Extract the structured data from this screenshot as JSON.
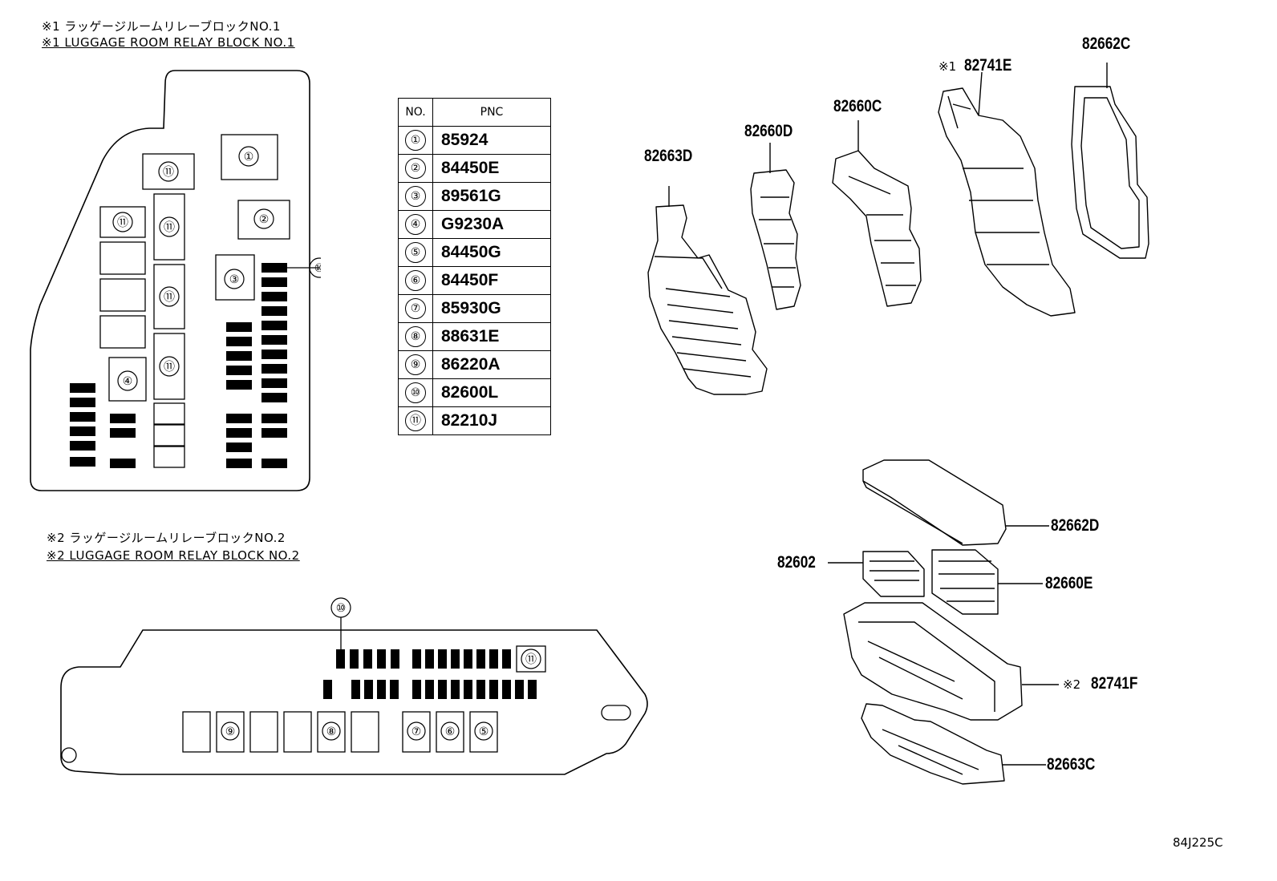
{
  "block1": {
    "title_jp": "※1  ラッゲージルームリレーブロックNO.1",
    "title_en": "※1 LUGGAGE ROOM RELAY BLOCK NO.1",
    "callouts": [
      "①",
      "②",
      "③",
      "④",
      "⑪",
      "⑪",
      "⑪",
      "⑪",
      "⑪",
      "⑩"
    ]
  },
  "block2": {
    "title_jp": "※2 ラッゲージルームリレーブロックNO.2",
    "title_en": "※2 LUGGAGE ROOM RELAY BLOCK NO.2",
    "callouts": [
      "⑩",
      "⑪",
      "⑨",
      "⑧",
      "⑦",
      "⑥",
      "⑤"
    ]
  },
  "table": {
    "headers": [
      "NO.",
      "PNC"
    ],
    "rows": [
      {
        "no": "①",
        "pnc": "85924"
      },
      {
        "no": "②",
        "pnc": "84450E"
      },
      {
        "no": "③",
        "pnc": "89561G"
      },
      {
        "no": "④",
        "pnc": "G9230A"
      },
      {
        "no": "⑤",
        "pnc": "84450G"
      },
      {
        "no": "⑥",
        "pnc": "84450F"
      },
      {
        "no": "⑦",
        "pnc": "85930G"
      },
      {
        "no": "⑧",
        "pnc": "88631E"
      },
      {
        "no": "⑨",
        "pnc": "86220A"
      },
      {
        "no": "⑩",
        "pnc": "82600L"
      },
      {
        "no": "⑪",
        "pnc": "82210J"
      }
    ]
  },
  "parts": {
    "p82663D": "82663D",
    "p82660D": "82660D",
    "p82660C": "82660C",
    "p82741E_mark": "※1",
    "p82741E": "82741E",
    "p82662C": "82662C",
    "p82662D": "82662D",
    "p82602": "82602",
    "p82660E": "82660E",
    "p82741F_mark": "※2",
    "p82741F": "82741F",
    "p82663C": "82663C"
  },
  "diagram_code": "84J225C"
}
